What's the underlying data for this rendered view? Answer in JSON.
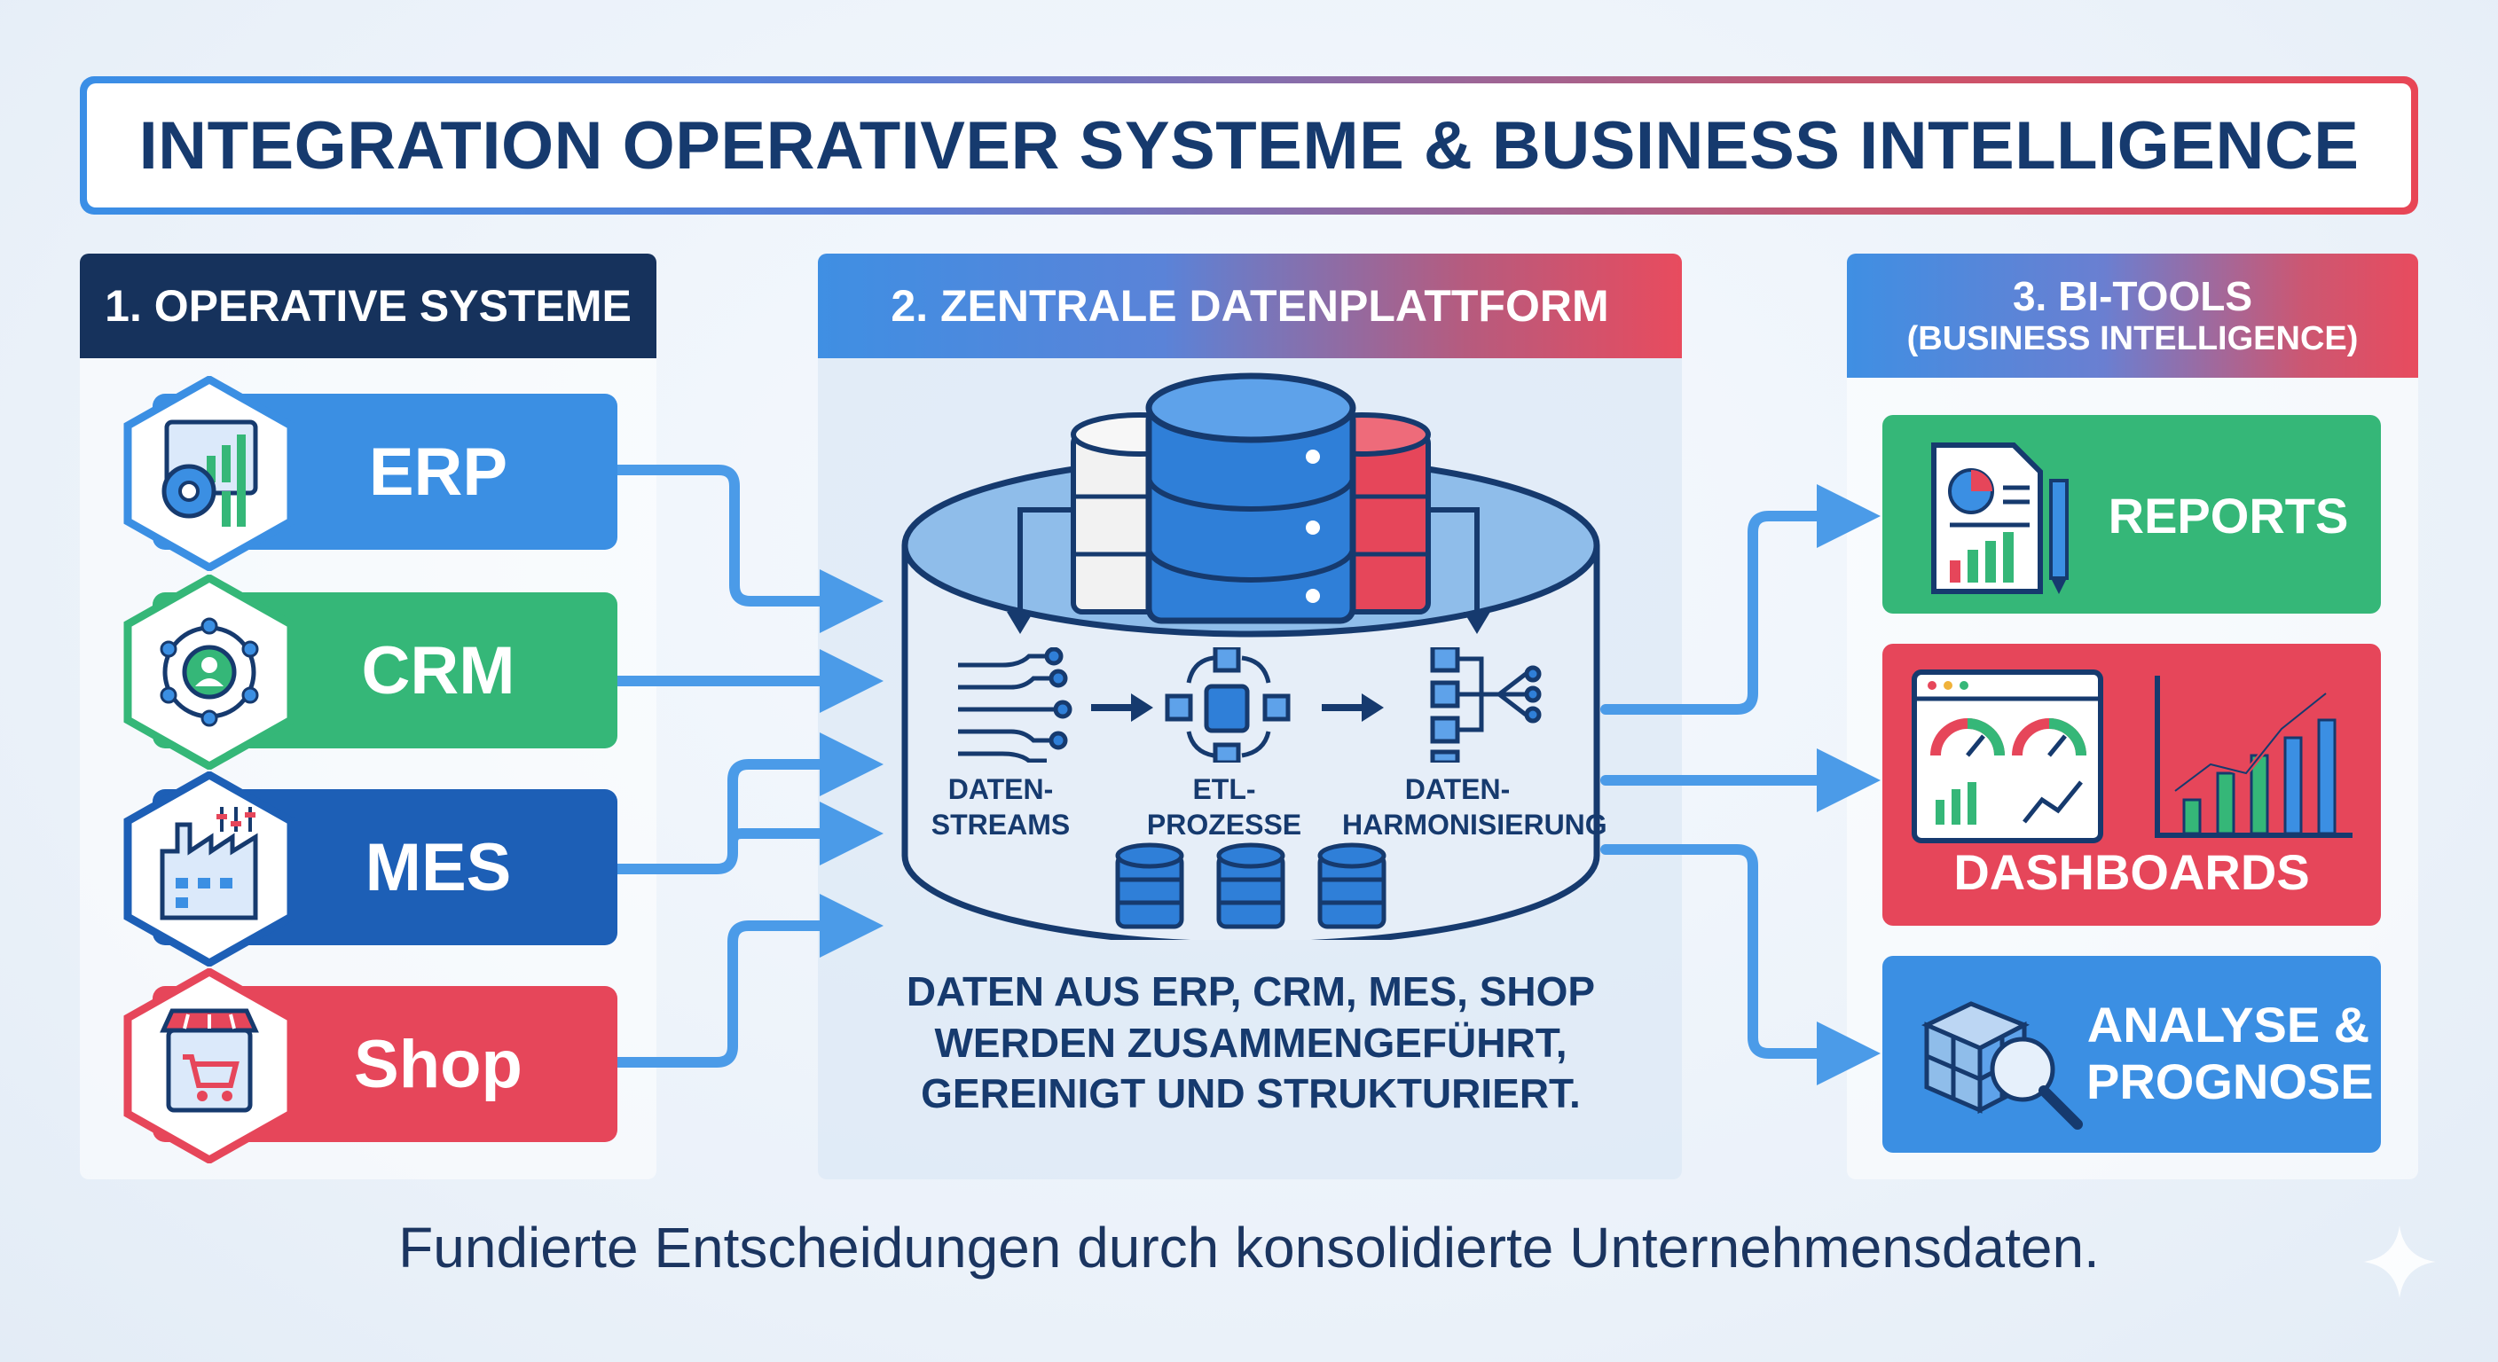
{
  "title": "INTEGRATION OPERATIVER SYSTEME & BUSINESS INTELLIGENCE",
  "columns": {
    "operative": {
      "heading": "1. OPERATIVE SYSTEME"
    },
    "platform": {
      "heading": "2. ZENTRALE DATENPLATTFORM"
    },
    "bi": {
      "heading_line1": "3. BI-TOOLS",
      "heading_line2": "(BUSINESS INTELLIGENCE)"
    }
  },
  "sources": [
    {
      "label": "ERP",
      "color": "#3b8fe3",
      "icon": "erp-dashboard-gear-icon"
    },
    {
      "label": "CRM",
      "color": "#35b778",
      "icon": "crm-network-person-icon"
    },
    {
      "label": "MES",
      "color": "#1d5fb6",
      "icon": "mes-factory-icon"
    },
    {
      "label": "Shop",
      "color": "#e6465a",
      "icon": "shop-storefront-cart-icon"
    }
  ],
  "processes": [
    {
      "line1": "DATEN-",
      "line2": "STREAMS",
      "icon": "data-streams-icon"
    },
    {
      "line1": "ETL-",
      "line2": "PROZESSE",
      "icon": "etl-process-icon"
    },
    {
      "line1": "DATEN-",
      "line2": "HARMONISIERUNG",
      "icon": "data-harmonization-icon"
    }
  ],
  "platform_text": [
    "DATEN AUS ERP, CRM, MES, SHOP",
    "WERDEN ZUSAMMENGEFÜHRT,",
    "GEREINIGT UND STRUKTURIERT."
  ],
  "outputs": [
    {
      "line1": "REPORTS",
      "line2": "",
      "color": "#35b778",
      "icon": "report-document-icon"
    },
    {
      "line1": "DASHBOARDS",
      "line2": "",
      "color": "#e6465a",
      "icon": "dashboard-gauges-chart-icon"
    },
    {
      "line1": "ANALYSE &",
      "line2": "PROGNOSE",
      "color": "#3b8fe3",
      "icon": "cube-magnifier-icon"
    }
  ],
  "footer": "Fundierte Entscheidungen durch konsolidierte Unternehmensdaten.",
  "colors": {
    "navy": "#16325c",
    "blue": "#3b8fe3",
    "green": "#35b778",
    "red": "#e6465a",
    "arrow": "#4b9be8"
  }
}
